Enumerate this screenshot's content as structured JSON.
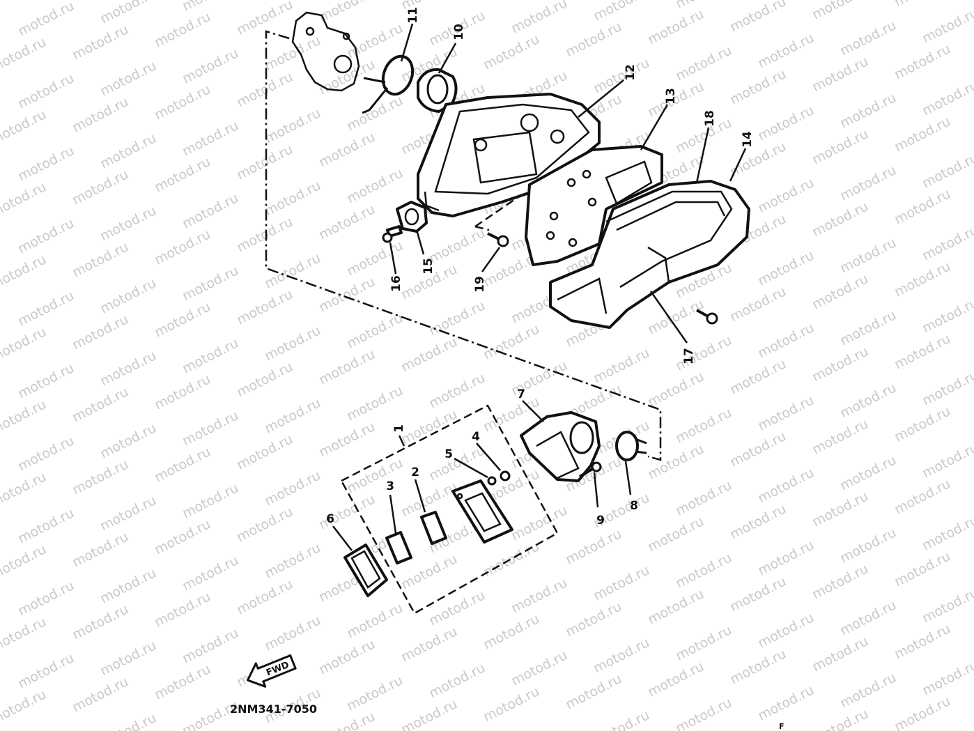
{
  "watermark": {
    "text": "motod.ru",
    "color": "#c9c9c9"
  },
  "diagram_code": "2NM341-7050",
  "fwd_label": "FWD",
  "corner_mark": "F",
  "callouts": [
    {
      "id": "c1",
      "text": "1"
    },
    {
      "id": "c2",
      "text": "2"
    },
    {
      "id": "c3",
      "text": "3"
    },
    {
      "id": "c4",
      "text": "4"
    },
    {
      "id": "c5",
      "text": "5"
    },
    {
      "id": "c6",
      "text": "6"
    },
    {
      "id": "c7",
      "text": "7"
    },
    {
      "id": "c8",
      "text": "8"
    },
    {
      "id": "c9",
      "text": "9"
    },
    {
      "id": "c10",
      "text": "10"
    },
    {
      "id": "c11",
      "text": "11"
    },
    {
      "id": "c12",
      "text": "12"
    },
    {
      "id": "c13",
      "text": "13"
    },
    {
      "id": "c14",
      "text": "14"
    },
    {
      "id": "c15",
      "text": "15"
    },
    {
      "id": "c16",
      "text": "16"
    },
    {
      "id": "c17",
      "text": "17"
    },
    {
      "id": "c18",
      "text": "18"
    },
    {
      "id": "c19",
      "text": "19"
    }
  ]
}
